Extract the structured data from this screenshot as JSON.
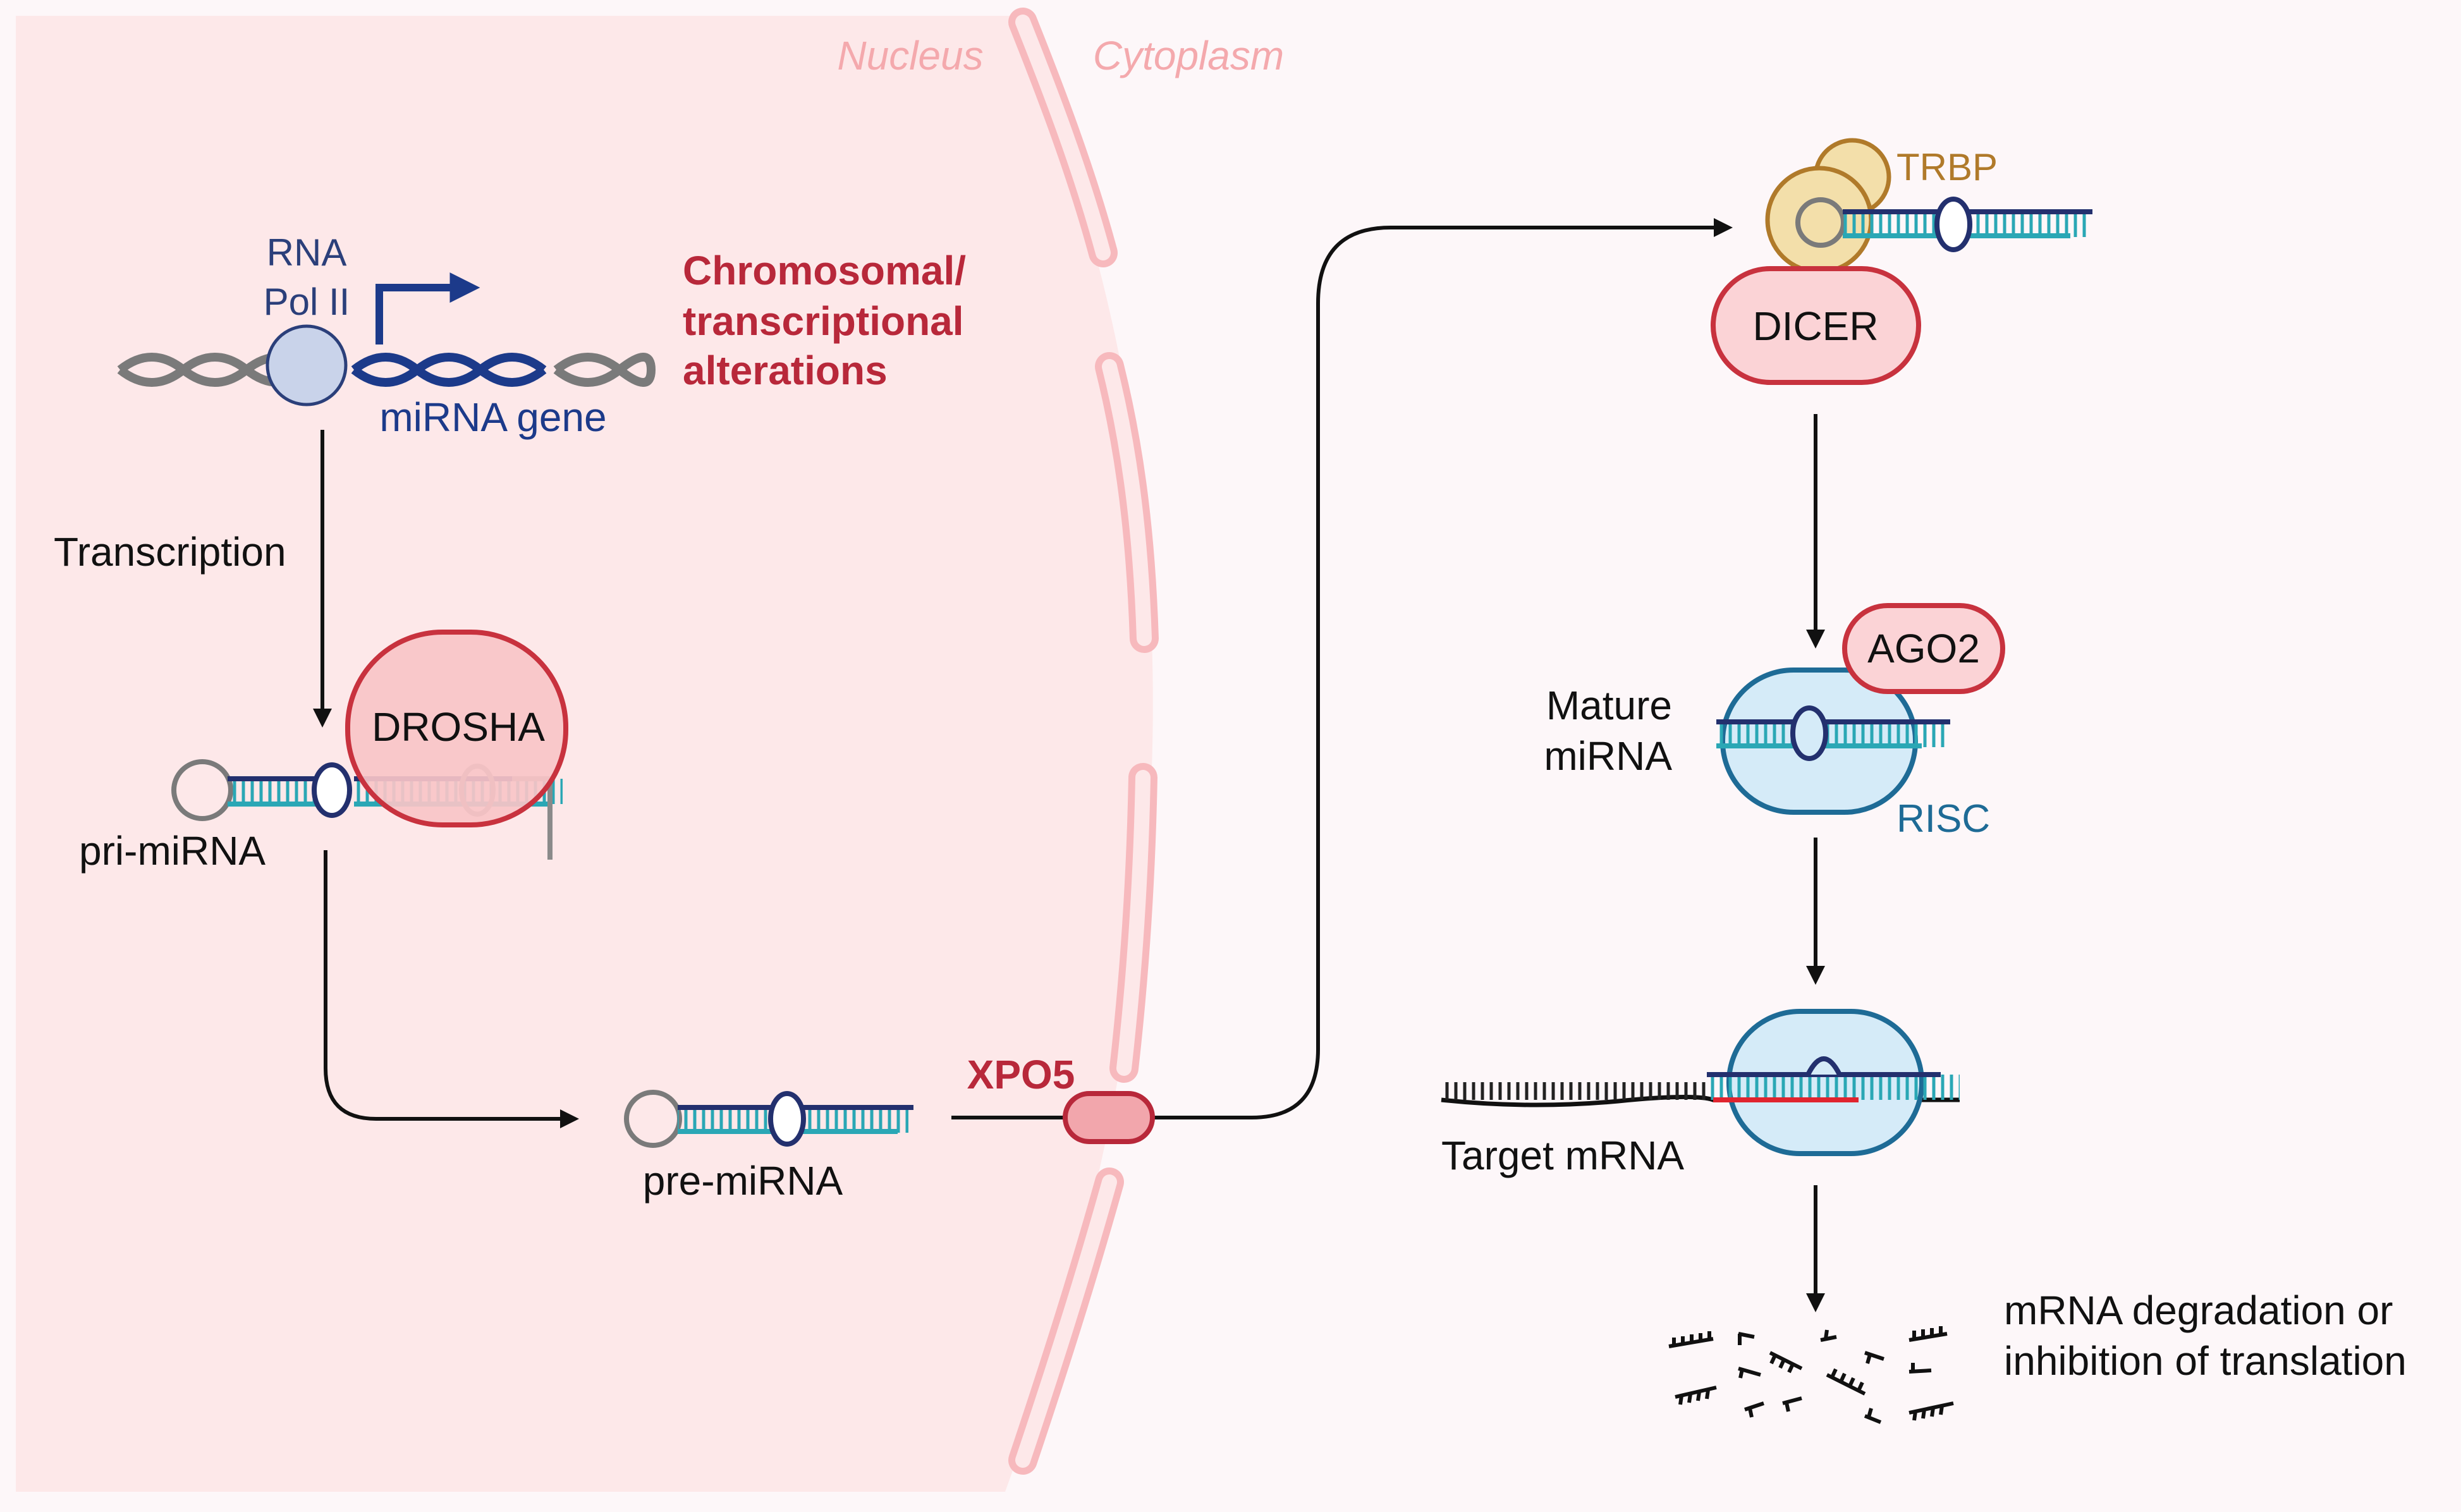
{
  "regions": {
    "nucleus": "Nucleus",
    "cytoplasm": "Cytoplasm"
  },
  "labels": {
    "rna_pol_line1": "RNA",
    "rna_pol_line2": "Pol II",
    "mirna_gene": "miRNA gene",
    "alterations_line1": "Chromosomal/",
    "alterations_line2": "transcriptional",
    "alterations_line3": "alterations",
    "transcription": "Transcription",
    "drosha": "DROSHA",
    "pri_mirna": "pri-miRNA",
    "pre_mirna": "pre-miRNA",
    "xpo5": "XPO5",
    "trbp": "TRBP",
    "dicer": "DICER",
    "ago2": "AGO2",
    "mature_line1": "Mature",
    "mature_line2": "miRNA",
    "risc": "RISC",
    "target_mrna": "Target mRNA",
    "outcome_line1": "mRNA degradation or",
    "outcome_line2": "inhibition of translation"
  },
  "colors": {
    "nucleus_fill": "#fde8e9",
    "cytoplasm_fill": "#fdf7f9",
    "membrane": "#f7b9bd",
    "alteration_text": "#b8283a",
    "gene_blue": "#1c3a8a",
    "protein_pink": "#f9c4c7",
    "protein_border": "#c8323e",
    "risc_fill": "#d5ebf8",
    "risc_border": "#1e6b96",
    "trbp_fill": "#f3dfaa",
    "trbp_border": "#b07a2a",
    "rna_teal": "#2aa7b5",
    "rna_navy": "#23306e",
    "target_red": "#e0242f"
  }
}
